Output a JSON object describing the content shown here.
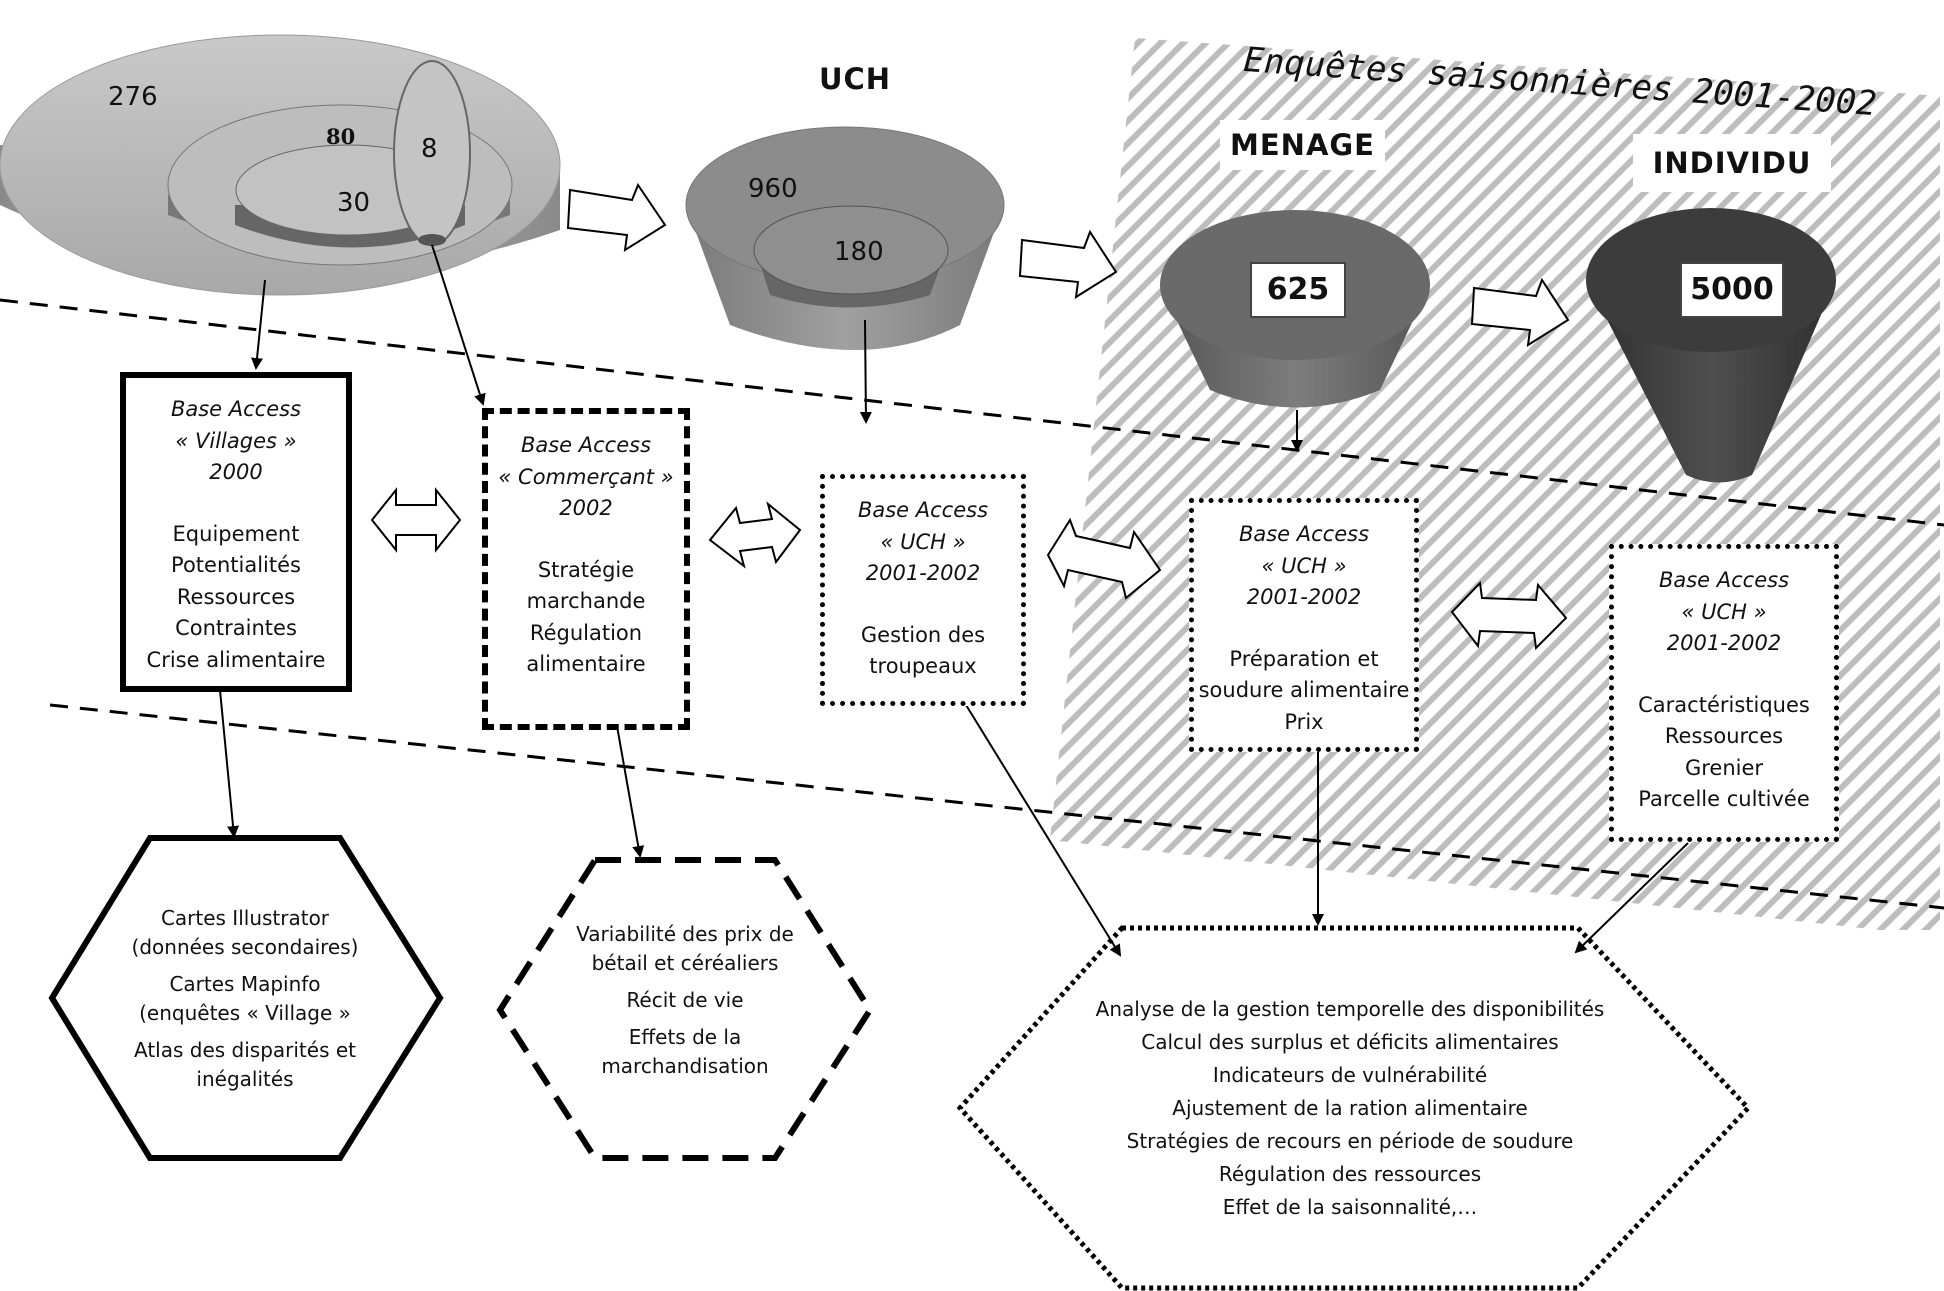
{
  "title": "Enquêtes saisonnières 2001-2002",
  "levels": {
    "uch": "UCH",
    "menage": "MENAGE",
    "individu": "INDIVIDU"
  },
  "counts": {
    "villages_total": "276",
    "villages_80": "80",
    "villages_30": "30",
    "villages_8": "8",
    "uch_total": "960",
    "uch_sub": "180",
    "menage": "625",
    "individu": "5000"
  },
  "bases": {
    "villages": {
      "name": "Base Access",
      "scope": "« Villages »",
      "year": "2000",
      "topics": [
        "Equipement",
        "Potentialités",
        "Ressources",
        "Contraintes",
        "Crise alimentaire"
      ]
    },
    "commercant": {
      "name": "Base Access",
      "scope": "« Commerçant »",
      "year": "2002",
      "topics": [
        "Stratégie",
        "marchande",
        "Régulation",
        "alimentaire"
      ]
    },
    "uch_troupeaux": {
      "name": "Base Access",
      "scope": "« UCH »",
      "year": "2001-2002",
      "topics": [
        "Gestion des",
        "troupeaux"
      ]
    },
    "uch_menage": {
      "name": "Base Access",
      "scope": "« UCH »",
      "year": "2001-2002",
      "topics": [
        "Préparation et",
        "soudure alimentaire",
        "Prix"
      ]
    },
    "uch_individu": {
      "name": "Base Access",
      "scope": "« UCH »",
      "year": "2001-2002",
      "topics": [
        "Caractéristiques",
        "Ressources",
        "Grenier",
        "Parcelle cultivée"
      ]
    }
  },
  "outputs": {
    "cartes": [
      "Cartes Illustrator (données secondaires)",
      "Cartes Mapinfo (enquêtes « Village »",
      "Atlas des disparités et inégalités"
    ],
    "marche": [
      "Variabilité des prix de bétail et céréaliers",
      "Récit de vie",
      "Effets de la marchandisation"
    ],
    "analyses": [
      "Analyse de la gestion temporelle des disponibilités",
      "Calcul des surplus et déficits alimentaires",
      "Indicateurs de vulnérabilité",
      "Ajustement de la ration alimentaire",
      "Stratégies de recours en période de soudure",
      "Régulation des ressources",
      "Effet de la saisonnalité,…"
    ]
  }
}
